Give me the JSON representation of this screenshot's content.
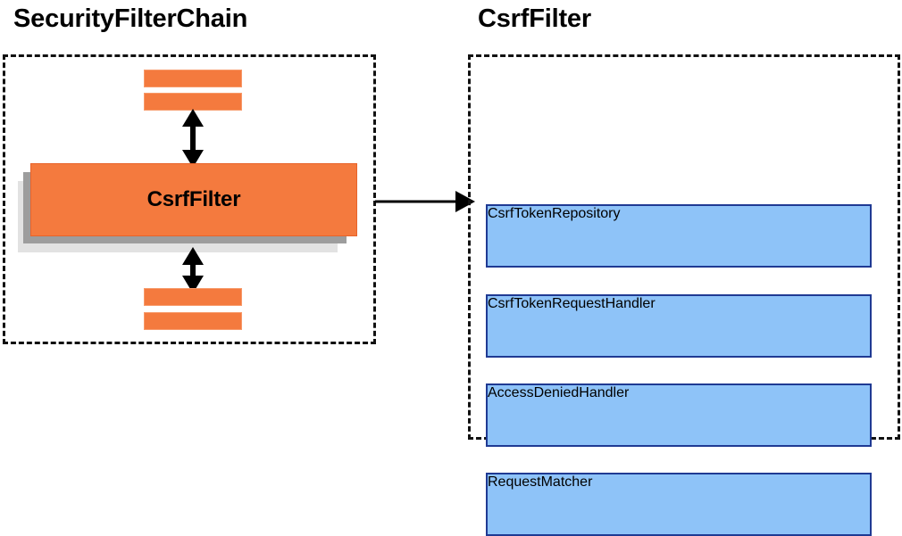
{
  "diagram": {
    "type": "component-diagram",
    "title_colors": {
      "orange_fill": "#f47a3e",
      "orange_border": "#e8632a",
      "blue_fill": "#8ec3f8",
      "blue_border": "#1f3a93",
      "shadow_mid": "#9d9d9d",
      "shadow_back": "#e2e2e2",
      "outline": "#111111"
    },
    "panels": [
      {
        "id": "security-filter-chain",
        "title": "SecurityFilterChain",
        "blocks": [
          {
            "id": "csrf-filter",
            "label": "CsrfFilter",
            "style": "orange"
          }
        ],
        "stripes": [
          {
            "id": "stripe-top-1",
            "label": ""
          },
          {
            "id": "stripe-top-2",
            "label": ""
          },
          {
            "id": "stripe-bottom-1",
            "label": ""
          },
          {
            "id": "stripe-bottom-2",
            "label": ""
          }
        ],
        "connectors": [
          {
            "id": "arrow-up",
            "kind": "double-headed-vertical"
          },
          {
            "id": "arrow-down",
            "kind": "double-headed-vertical"
          }
        ]
      },
      {
        "id": "csrf-filter-detail",
        "title": "CsrfFilter",
        "blocks": [
          {
            "id": "csrf-token-repository",
            "label": "CsrfTokenRepository",
            "style": "blue"
          },
          {
            "id": "csrf-token-request-handler",
            "label": "CsrfTokenRequestHandler",
            "style": "blue"
          },
          {
            "id": "access-denied-handler",
            "label": "AccessDeniedHandler",
            "style": "blue"
          },
          {
            "id": "request-matcher",
            "label": "RequestMatcher",
            "style": "blue"
          }
        ]
      }
    ],
    "cross_connector": {
      "id": "expand-arrow",
      "kind": "single-headed-horizontal",
      "from": "security-filter-chain",
      "to": "csrf-filter-detail",
      "label": ""
    }
  }
}
